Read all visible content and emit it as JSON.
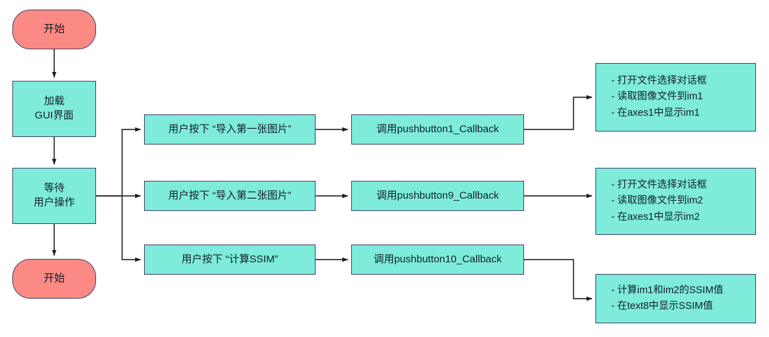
{
  "diagram": {
    "title": "MATLAB GUI SSIM flowchart",
    "colors": {
      "terminal_fill": "#fb8a84",
      "process_fill": "#7eebdb",
      "node_border": "#41406b",
      "connector": "#333333",
      "background": "#ffffff"
    }
  },
  "nodes": {
    "start": {
      "label": "开始",
      "shape": "terminal"
    },
    "load_gui": {
      "line1": "加载",
      "line2": "GUI界面",
      "shape": "process"
    },
    "wait_user": {
      "line1": "等待",
      "line2": "用户操作",
      "shape": "process"
    },
    "end": {
      "label": "开始",
      "shape": "terminal"
    },
    "action1": {
      "label": "用户按下 “导入第一张图片”",
      "shape": "process"
    },
    "action2": {
      "label": "用户按下 “导入第二张图片”",
      "shape": "process"
    },
    "action3": {
      "label": "用户按下 “计算SSIM”",
      "shape": "process"
    },
    "callback1": {
      "label": "调用pushbutton1_Callback",
      "shape": "process"
    },
    "callback2": {
      "label": "调用pushbutton9_Callback",
      "shape": "process"
    },
    "callback3": {
      "label": "调用pushbutton10_Callback",
      "shape": "process"
    },
    "detail1": {
      "lines": [
        "- 打开文件选择对话框",
        "- 读取图像文件到im1",
        "- 在axes1中显示im1"
      ],
      "shape": "process"
    },
    "detail2": {
      "lines": [
        "- 打开文件选择对话框",
        "- 读取图像文件到im2",
        "- 在axes1中显示im2"
      ],
      "shape": "process"
    },
    "detail3": {
      "lines": [
        "- 计算im1和im2的SSIM值",
        "- 在text8中显示SSIM值"
      ],
      "shape": "process"
    }
  },
  "edges": [
    {
      "from": "start",
      "to": "load_gui"
    },
    {
      "from": "load_gui",
      "to": "wait_user"
    },
    {
      "from": "wait_user",
      "to": "end"
    },
    {
      "from": "wait_user",
      "to": "action1"
    },
    {
      "from": "wait_user",
      "to": "action2"
    },
    {
      "from": "wait_user",
      "to": "action3"
    },
    {
      "from": "action1",
      "to": "callback1"
    },
    {
      "from": "action2",
      "to": "callback2"
    },
    {
      "from": "action3",
      "to": "callback3"
    },
    {
      "from": "callback1",
      "to": "detail1"
    },
    {
      "from": "callback2",
      "to": "detail2"
    },
    {
      "from": "callback3",
      "to": "detail3"
    }
  ]
}
